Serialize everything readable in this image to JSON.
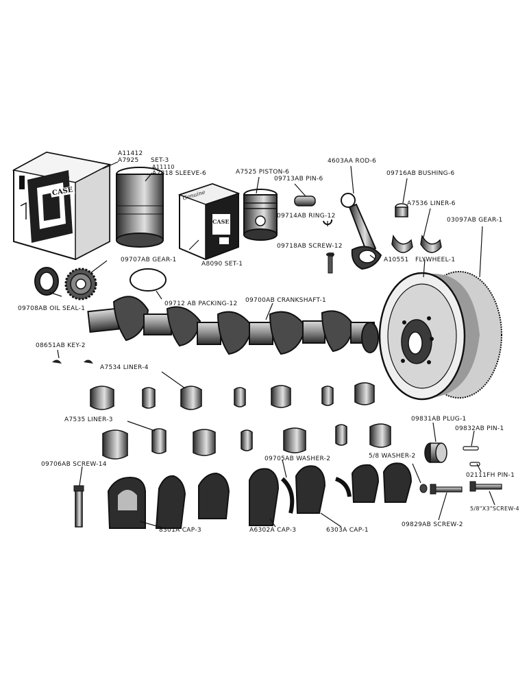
{
  "labels": {
    "set3_part1": "A11412",
    "set3_part2": "A7925",
    "set3_suffix": "SET-3",
    "sleeve_part1": "A11110",
    "sleeve": "A7818 SLEEVE-6",
    "piston": "A7525  PISTON-6",
    "pin6": "09713AB PIN-6",
    "rod": "4603AA ROD-6",
    "bushing": "09716AB BUSHING-6",
    "liner6": "A7536  LINER-6",
    "gear1_top": "03097AB GEAR-1",
    "ring": "09714AB RING-12",
    "set1": "A8090 SET-1",
    "screw12": "09718AB SCREW-12",
    "a10551": "A10551",
    "flywheel": "FLYWHEEL-1",
    "gear1": "09707AB GEAR-1",
    "oilseal": "09708AB OIL SEAL-1",
    "packing": "09712 AB PACKING-12",
    "crankshaft": "09700AB CRANKSHAFT-1",
    "key": "08651AB KEY-2",
    "liner4": "A7534  LINER-4",
    "liner3": "A7535   LINER-3",
    "plug": "09831AB PLUG-1",
    "pin1a": "09832AB PIN-1",
    "washer_small": "5/8 WASHER-2",
    "pin1b": "02111FH PIN-1",
    "washer2": "09705AB WASHER-2",
    "screw14": "09706AB SCREW-14",
    "screw4": "5/8\"X3\"SCREW-4",
    "screw2": "09829AB SCREW-2",
    "cap3a": "8301A CAP-3",
    "cap3b": "A6302A CAP-3",
    "cap1": "6303A CAP-1"
  },
  "box_text": {
    "genuine": "Genuine",
    "case": "CASE"
  },
  "colors": {
    "ink": "#1a1a1a",
    "paper": "#ffffff",
    "metal": "#6e6e6e"
  }
}
